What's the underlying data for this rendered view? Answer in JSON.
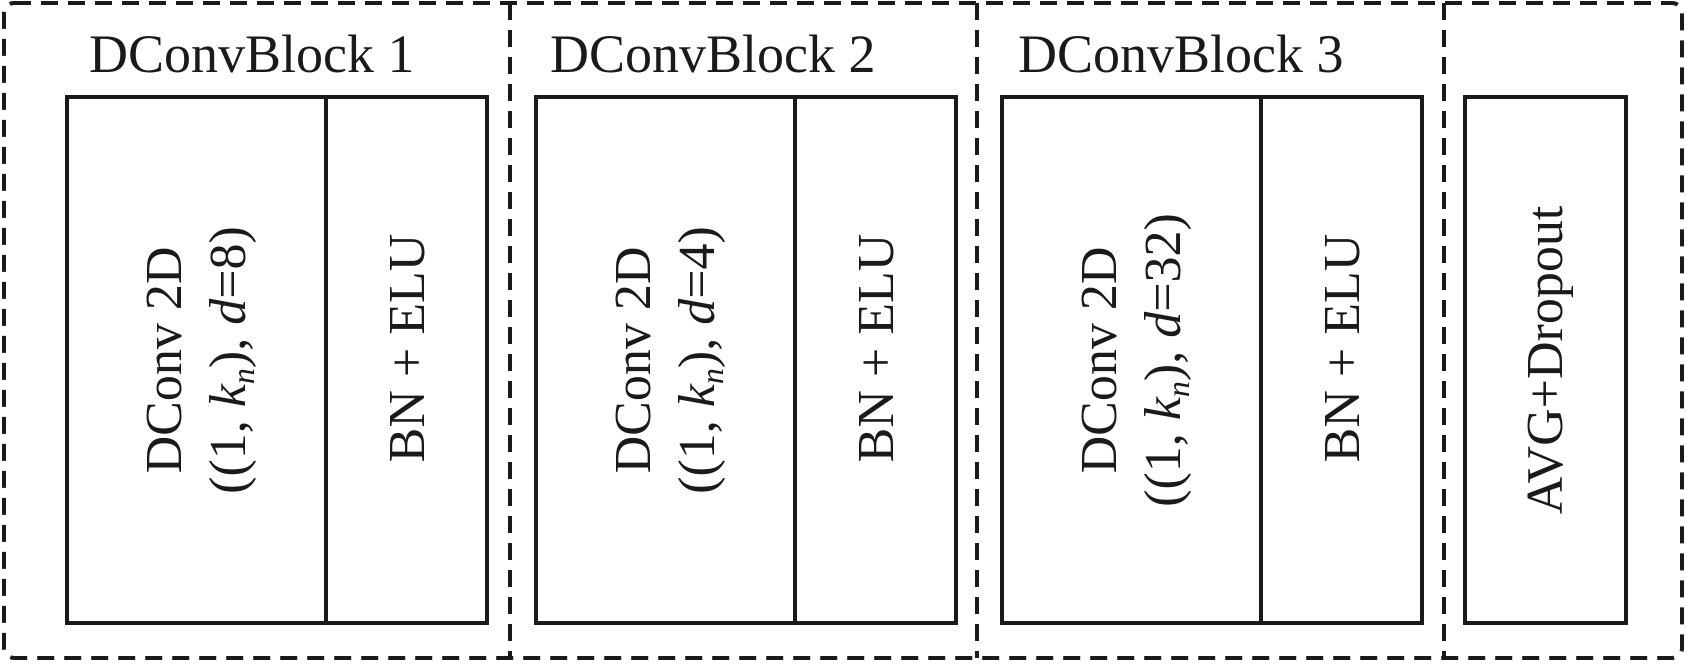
{
  "colors": {
    "stroke": "#1a1a1a",
    "background": "#ffffff"
  },
  "blocks": [
    {
      "title": "DConvBlock 1",
      "conv": {
        "line1": "DConv 2D",
        "pre": "((1, ",
        "k": "k",
        "sub": "n",
        "mid": "), ",
        "d": "d",
        "eq": "=8)"
      },
      "bn_elu": "BN + ELU"
    },
    {
      "title": "DConvBlock 2",
      "conv": {
        "line1": "DConv 2D",
        "pre": "((1, ",
        "k": "k",
        "sub": "n",
        "mid": "), ",
        "d": "d",
        "eq": "=4)"
      },
      "bn_elu": "BN + ELU"
    },
    {
      "title": "DConvBlock 3",
      "conv": {
        "line1": "DConv 2D",
        "pre": "((1, ",
        "k": "k",
        "sub": "n",
        "mid": "), ",
        "d": "d",
        "eq": "=32)"
      },
      "bn_elu": "BN + ELU"
    }
  ],
  "pool": {
    "label": "AVG+Dropout"
  }
}
